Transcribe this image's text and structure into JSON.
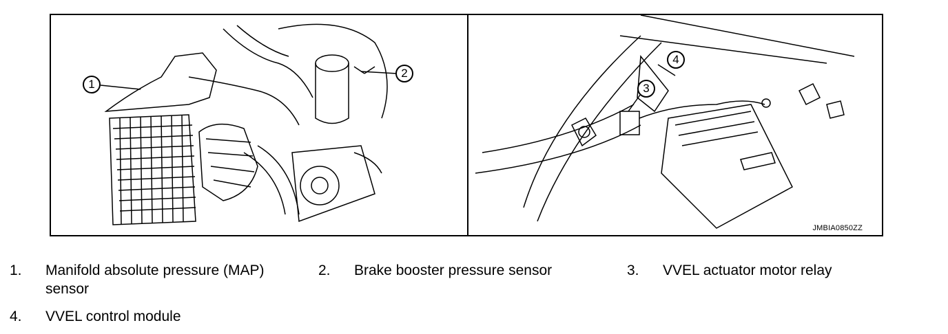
{
  "figure": {
    "code": "JMBIA0850ZZ",
    "callouts": [
      "1",
      "2",
      "3",
      "4"
    ]
  },
  "legend": [
    {
      "num": "1.",
      "text": "Manifold absolute pressure (MAP) sensor"
    },
    {
      "num": "2.",
      "text": "Brake booster pressure sensor"
    },
    {
      "num": "3.",
      "text": "VVEL actuator motor relay"
    },
    {
      "num": "4.",
      "text": "VVEL control module"
    }
  ]
}
